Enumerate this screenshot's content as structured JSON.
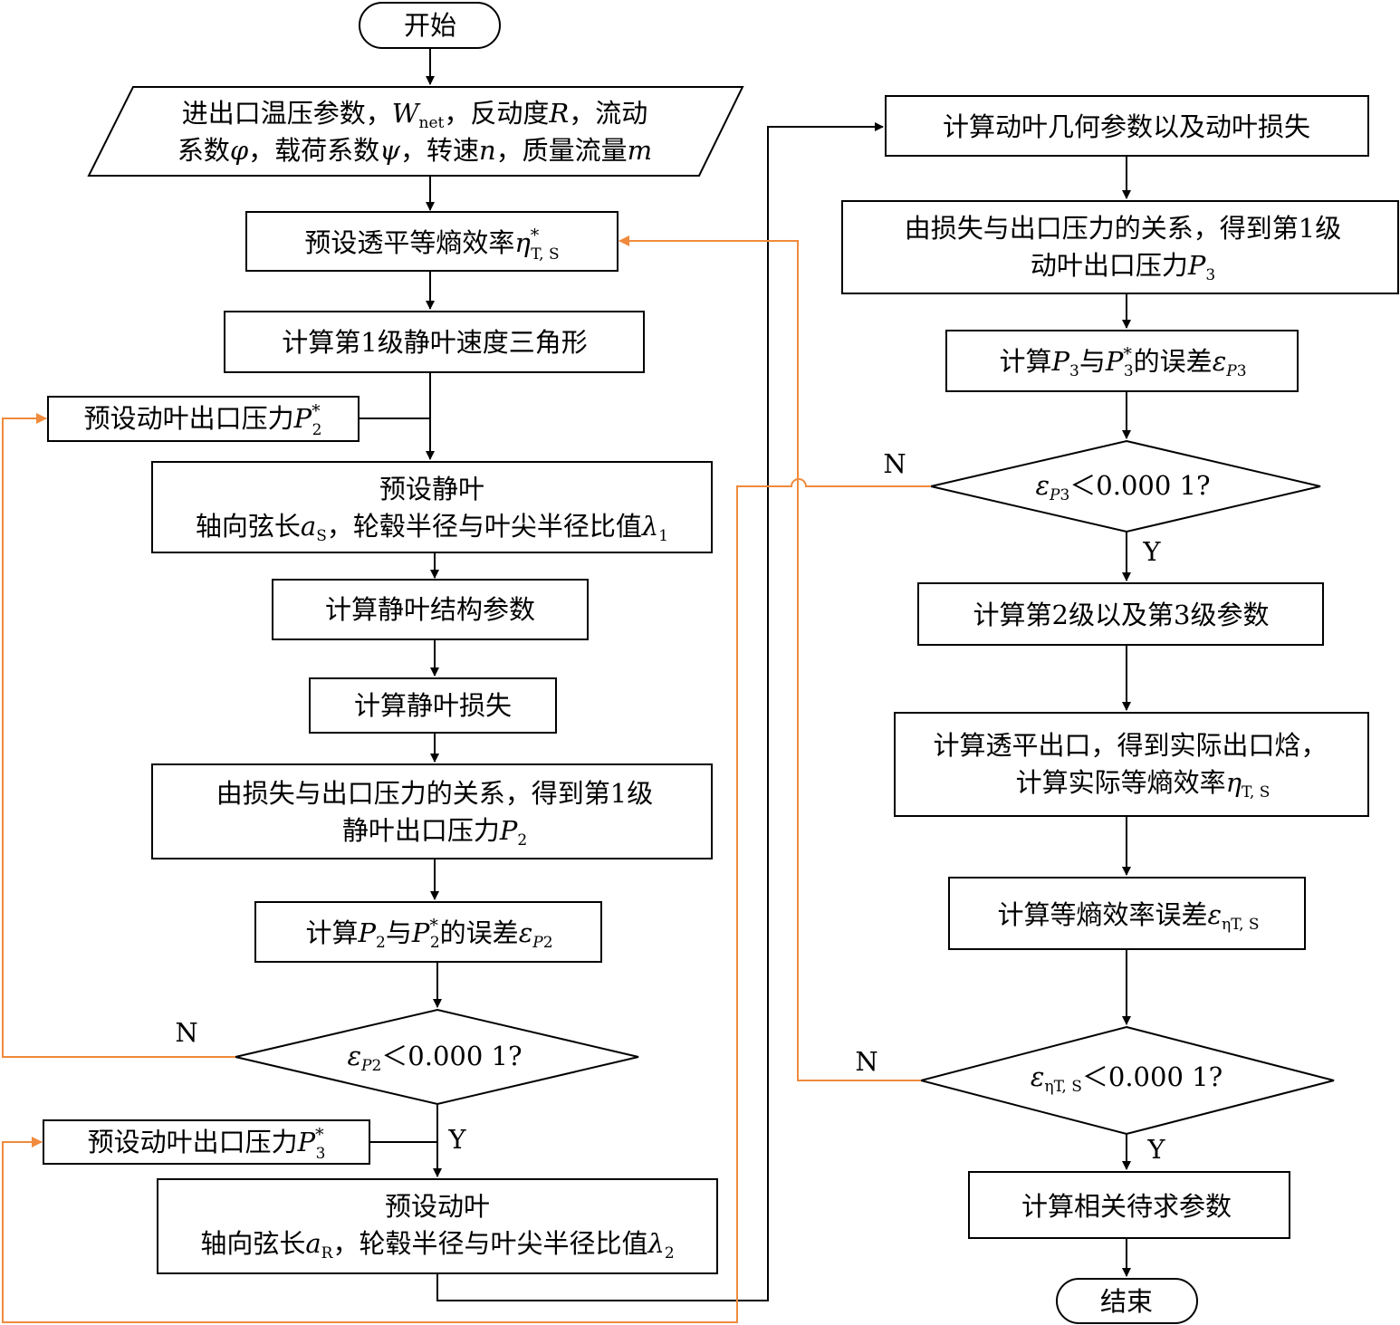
{
  "nodes": {
    "start": "开始",
    "input_l1a": "进出口温压参数，",
    "input_l1b": "W",
    "input_l1c": "net",
    "input_l1d": "，反动度",
    "input_l1e": "R",
    "input_l1f": "，流动",
    "input_l2a": "系数",
    "input_l2b": "φ",
    "input_l2c": "，载荷系数",
    "input_l2d": "ψ",
    "input_l2e": "，转速",
    "input_l2f": "n",
    "input_l2g": "，质量流量",
    "input_l2h": "m",
    "preset_eff_a": "预设透平等熵效率",
    "preset_eff_b": "η",
    "preset_eff_sup": "*",
    "preset_eff_sub": "T, S",
    "calc_stator_tri": "计算第1级静叶速度三角形",
    "preset_p2_a": "预设动叶出口压力",
    "preset_p2_b": "P",
    "preset_p2_sup": "*",
    "preset_p2_sub": "2",
    "preset_stator_l1": "预设静叶",
    "preset_stator_l2a": "轴向弦长",
    "preset_stator_l2b": "a",
    "preset_stator_l2c": "S",
    "preset_stator_l2d": "，轮毂半径与叶尖半径比值",
    "preset_stator_l2e": "λ",
    "preset_stator_l2f": "1",
    "calc_stator_struct": "计算静叶结构参数",
    "calc_stator_loss": "计算静叶损失",
    "stator_p2_l1": "由损失与出口压力的关系，得到第1级",
    "stator_p2_l2a": "静叶出口压力",
    "stator_p2_l2b": "P",
    "stator_p2_l2c": "2",
    "err_p2_a": "计算",
    "err_p2_b": "P",
    "err_p2_c": "2",
    "err_p2_d": "与",
    "err_p2_e": "P",
    "err_p2_f": "*",
    "err_p2_g": "2",
    "err_p2_h": "的误差",
    "err_p2_i": "ε",
    "err_p2_j": "P",
    "err_p2_k": "2",
    "dec_p2_a": "ε",
    "dec_p2_b": "P",
    "dec_p2_c": "2",
    "dec_p2_d": "＜0.000 1?",
    "preset_p3_a": "预设动叶出口压力",
    "preset_p3_b": "P",
    "preset_p3_sup": "*",
    "preset_p3_sub": "3",
    "preset_rotor_l1": "预设动叶",
    "preset_rotor_l2a": "轴向弦长",
    "preset_rotor_l2b": "a",
    "preset_rotor_l2c": "R",
    "preset_rotor_l2d": "，轮毂半径与叶尖半径比值",
    "preset_rotor_l2e": "λ",
    "preset_rotor_l2f": "2",
    "calc_rotor_geom": "计算动叶几何参数以及动叶损失",
    "rotor_p3_l1": "由损失与出口压力的关系，得到第1级",
    "rotor_p3_l2a": "动叶出口压力",
    "rotor_p3_l2b": "P",
    "rotor_p3_l2c": "3",
    "err_p3_a": "计算",
    "err_p3_b": "P",
    "err_p3_c": "3",
    "err_p3_d": "与",
    "err_p3_e": "P",
    "err_p3_f": "*",
    "err_p3_g": "3",
    "err_p3_h": "的误差",
    "err_p3_i": "ε",
    "err_p3_j": "P",
    "err_p3_k": "3",
    "dec_p3_a": "ε",
    "dec_p3_b": "P",
    "dec_p3_c": "3",
    "dec_p3_d": "＜0.000 1?",
    "calc_stage23": "计算第2级以及第3级参数",
    "calc_outlet_l1": "计算透平出口，得到实际出口焓，",
    "calc_outlet_l2a": "计算实际等熵效率",
    "calc_outlet_l2b": "η",
    "calc_outlet_l2c": "T, S",
    "err_eff_a": "计算等熵效率误差",
    "err_eff_b": "ε",
    "err_eff_c": "ηT, S",
    "dec_eff_a": "ε",
    "dec_eff_b": "ηT, S",
    "dec_eff_c": "＜0.000 1?",
    "calc_final": "计算相关待求参数",
    "end": "结束"
  },
  "labels": {
    "n_p2": "N",
    "y_p2": "Y",
    "n_p3": "N",
    "y_p3": "Y",
    "n_eff": "N",
    "y_eff": "Y"
  },
  "colors": {
    "line": "#000000",
    "loop": "#f08a3c"
  }
}
